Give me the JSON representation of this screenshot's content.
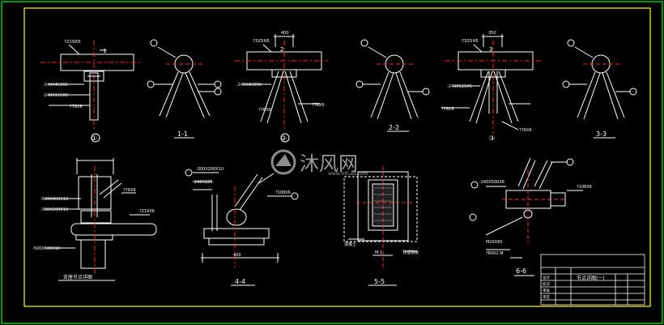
{
  "colors": {
    "background": "#000000",
    "frame_outer": "#00ff00",
    "frame_inner": "#ffff00",
    "line": "#ffffff",
    "centerline": "#ff2a2a",
    "dimension": "#ffffff",
    "callout_text": "#ffffff",
    "watermark": "#c0c0c0"
  },
  "sections": {
    "s1": {
      "title": "1-1",
      "circle_label": "①"
    },
    "s2": {
      "title": "2-2",
      "circle_label": "②"
    },
    "s3": {
      "title": "3-3",
      "circle_label": "③"
    },
    "s4": {
      "title": "4-4"
    },
    "s5": {
      "title": "5-5"
    },
    "s6": {
      "title": "6-6"
    }
  },
  "callouts": {
    "pipe_a": "?219X6",
    "pipe_b": "?325X6",
    "pipe_c": "?325X6",
    "plate_1": "-240X450X6",
    "plate_2": "-240X450X6",
    "plate_3": "-240X525X6",
    "plate_small": "-240X115X6",
    "rod_1": "?76X6",
    "rod_2": "?76X6",
    "rod_3": "?76X6",
    "rod_4": "?76X6",
    "rod_5": "?76X6",
    "s4_top": "-300X200X10",
    "s4_mid": "240X180",
    "s4_side": "?108X6",
    "s6_plate": "-240X500X6",
    "s6_pipe": "?108X6",
    "s6_bolt": "M20X60",
    "s6_note": "?60X2 M",
    "node_left_1": "-500X450X10",
    "node_left_2": "-300X200X10",
    "node_left_3": "-500X500X10",
    "node_left_title": "支座节点详图",
    "s5_note_left": "混凝土",
    "s5_note_right": "预埋钢板",
    "s5_center": "M-1"
  },
  "dimensions": {
    "d_s1": "1",
    "d_s2": "2",
    "d_s3": "3",
    "d_top_1": "400",
    "d_top_2": "350",
    "d_dim_4": "400"
  },
  "watermark": {
    "brand": "沐风网",
    "url": "www.mfcad.com"
  },
  "title_block": {
    "drawing_name": "节点详图(一)",
    "row_labels": [
      "设计",
      "校对",
      "审核",
      "审定"
    ]
  }
}
